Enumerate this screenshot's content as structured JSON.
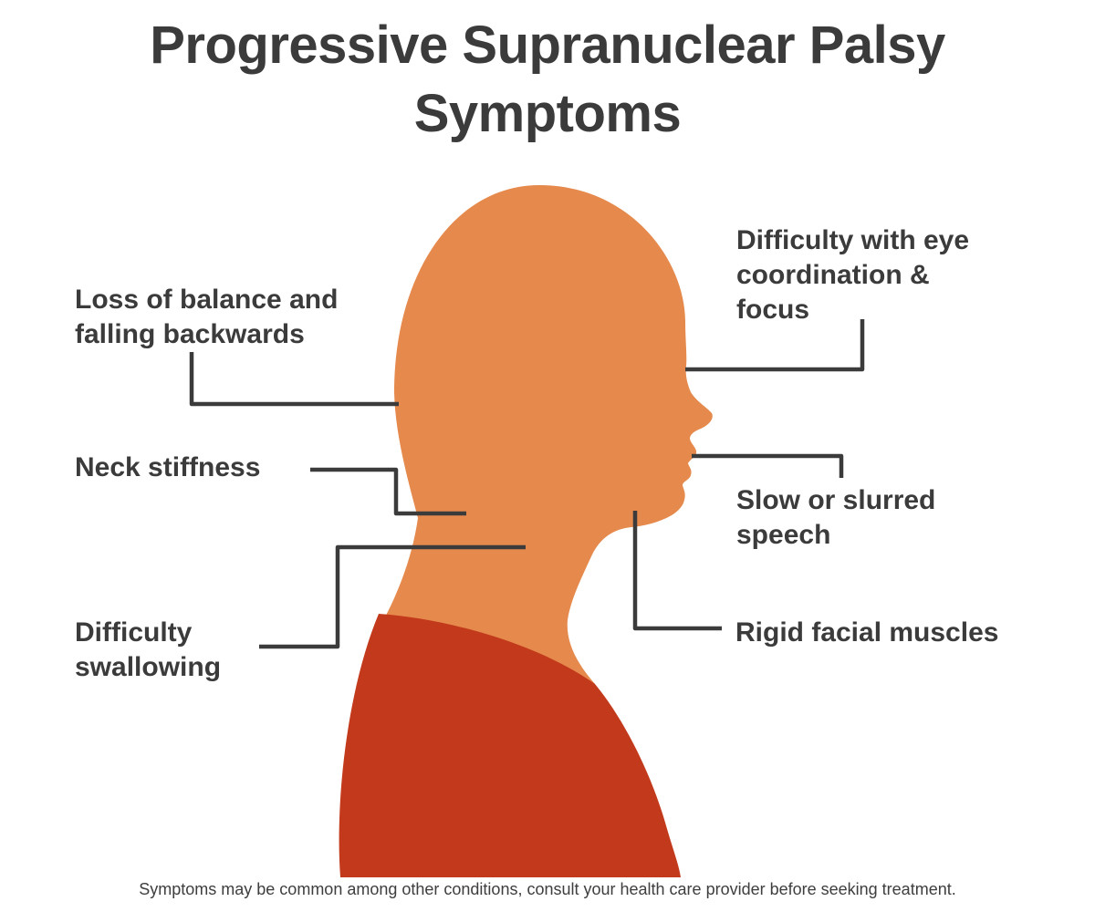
{
  "title": {
    "line1": "Progressive Supranuclear Palsy",
    "line2": "Symptoms"
  },
  "symptoms": [
    {
      "id": "loss-of-balance",
      "lines": [
        "Loss of balance and",
        "falling backwards"
      ]
    },
    {
      "id": "neck-stiffness",
      "lines": [
        "Neck stiffness"
      ]
    },
    {
      "id": "difficulty-swallowing",
      "lines": [
        "Difficulty",
        "swallowing"
      ]
    },
    {
      "id": "eye-coordination",
      "lines": [
        "Difficulty with eye",
        "coordination &",
        "focus"
      ]
    },
    {
      "id": "slurred-speech",
      "lines": [
        "Slow or slurred",
        "speech"
      ]
    },
    {
      "id": "rigid-facial-muscles",
      "lines": [
        "Rigid facial muscles"
      ]
    }
  ],
  "figure": {
    "subject": "human-head-profile-silhouette"
  },
  "footer": {
    "disclaimer": "Symptoms may be common among other conditions, consult your health care provider before seeking treatment."
  },
  "colors": {
    "background": "#ffffff",
    "head": "#E5894C",
    "torso": "#C23A1B",
    "connector": "#3b3b3b",
    "text": "#3b3b3b"
  }
}
